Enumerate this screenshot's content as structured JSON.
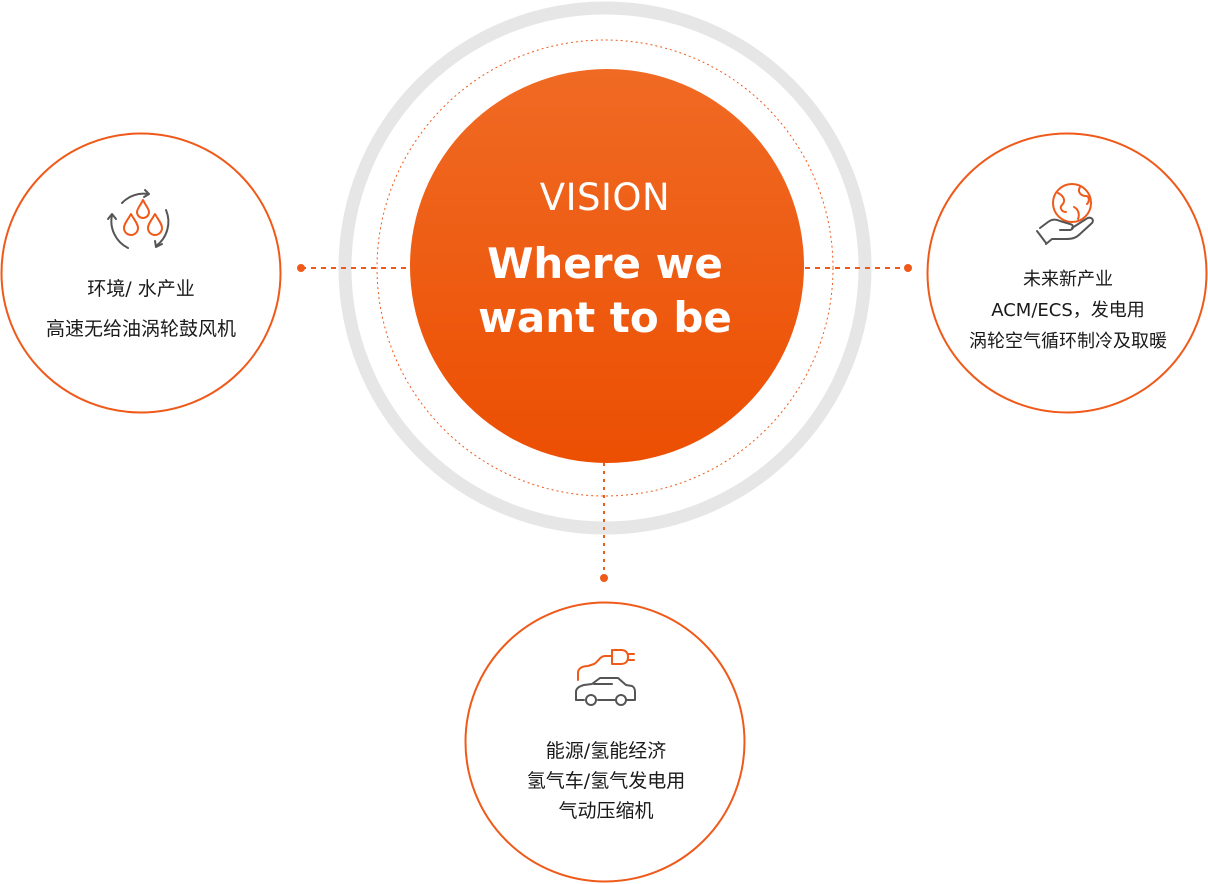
{
  "center": {
    "label": "VISION",
    "tagline_line1": "Where we",
    "tagline_line2": "want to be"
  },
  "nodes": {
    "left": {
      "icon": "water-cycle-icon",
      "line1": "环境/ 水产业",
      "line2": "高速无给油涡轮鼓风机"
    },
    "right": {
      "icon": "earth-hand-icon",
      "line1": "未来新产业",
      "line2": "ACM/ECS，发电用",
      "line3": "涡轮空气循环制冷及取暖"
    },
    "bottom": {
      "icon": "hydrogen-car-icon",
      "line1": "能源/氢能经济",
      "line2": "氢气车/氢气发电用",
      "line3": "气动压缩机"
    }
  },
  "colors": {
    "accent": "#ef5a1a",
    "accent_light": "#f26d24",
    "accent_dark": "#ec4d02",
    "ring_gray": "#e6e6e6",
    "text": "#1a1a1a",
    "icon_gray": "#555555"
  }
}
